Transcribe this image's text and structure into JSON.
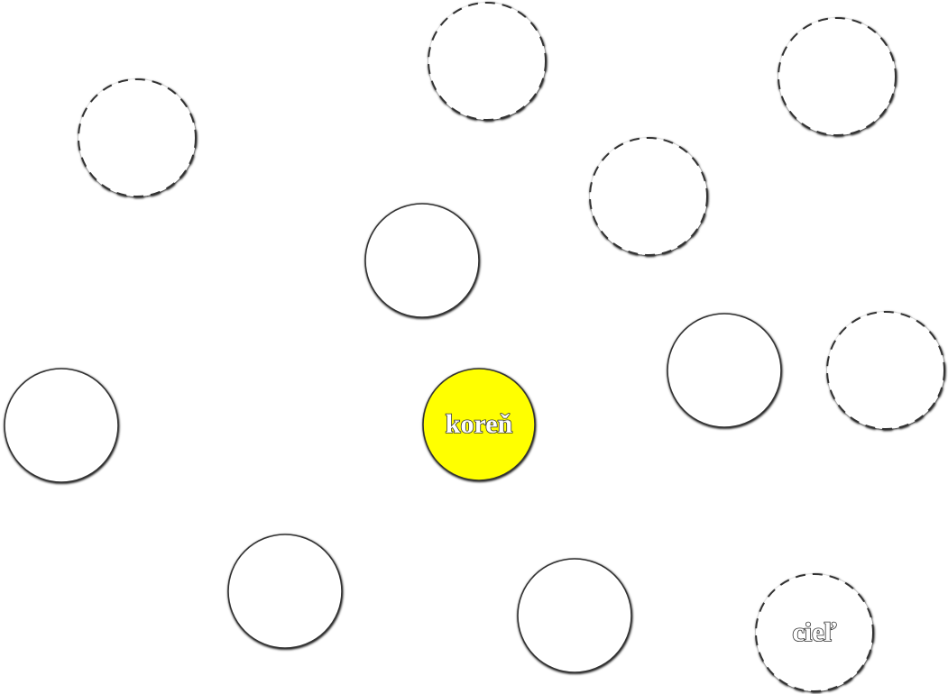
{
  "colors": {
    "background": "#ffffff",
    "node_stroke": "#333333",
    "root_fill": "#ffff00",
    "node_fill": "#ffffff"
  },
  "nodes": [
    {
      "id": "root",
      "label": "koreň",
      "style": "solid",
      "fill": "root"
    },
    {
      "id": "goal",
      "label": "cieľ",
      "style": "dashed",
      "fill": "plain"
    },
    {
      "id": "solid-1",
      "label": "",
      "style": "solid",
      "fill": "plain"
    },
    {
      "id": "solid-2",
      "label": "",
      "style": "solid",
      "fill": "plain"
    },
    {
      "id": "solid-3",
      "label": "",
      "style": "solid",
      "fill": "plain"
    },
    {
      "id": "solid-4",
      "label": "",
      "style": "solid",
      "fill": "plain"
    },
    {
      "id": "solid-5",
      "label": "",
      "style": "solid",
      "fill": "plain"
    },
    {
      "id": "dashed-1",
      "label": "",
      "style": "dashed",
      "fill": "plain"
    },
    {
      "id": "dashed-2",
      "label": "",
      "style": "dashed",
      "fill": "plain"
    },
    {
      "id": "dashed-3",
      "label": "",
      "style": "dashed",
      "fill": "plain"
    },
    {
      "id": "dashed-4",
      "label": "",
      "style": "dashed",
      "fill": "plain"
    },
    {
      "id": "dashed-5",
      "label": "",
      "style": "dashed",
      "fill": "plain"
    }
  ]
}
